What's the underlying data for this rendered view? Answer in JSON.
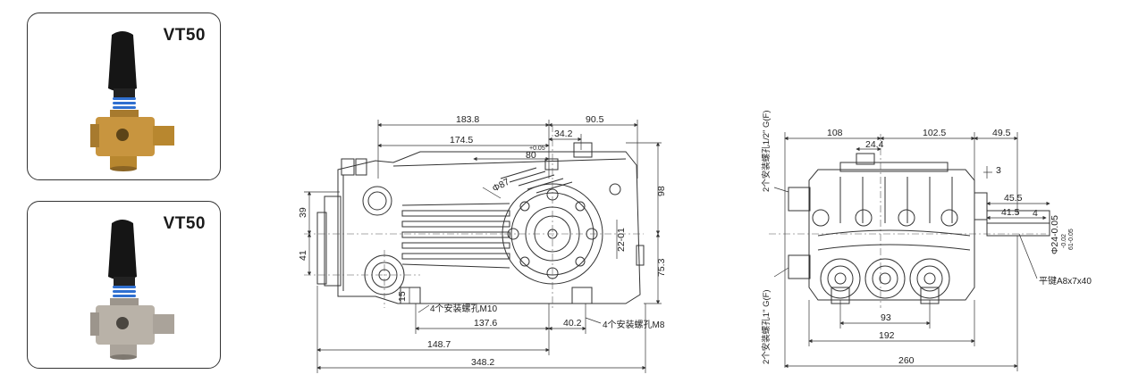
{
  "cards": [
    {
      "title": "VT50",
      "finish": "brass",
      "body_color": "#c8953f"
    },
    {
      "title": "VT50",
      "finish": "nickel",
      "body_color": "#b9b2a8"
    }
  ],
  "side_view": {
    "dims": {
      "d183": "183.8",
      "d90": "90.5",
      "d174": "174.5",
      "d34": "34.2",
      "d80": "80",
      "d80tol": "+0.05",
      "d98": "98",
      "d39": "39",
      "d41": "41",
      "d15": "15",
      "d22": "22-01",
      "d75": "75.3",
      "d137": "137.6",
      "d40": "40.2",
      "d148": "148.7",
      "d348": "348.2",
      "dphi87": "Φ87"
    },
    "notes": {
      "m10": "4个安装螺孔M10",
      "m8": "4个安装螺孔M8"
    }
  },
  "front_view": {
    "dims": {
      "d108": "108",
      "d102": "102.5",
      "d49": "49.5",
      "d24": "24.4",
      "d3": "3",
      "d45": "45.5",
      "d41": "41.5",
      "d4": "4",
      "d93": "93",
      "d192": "192",
      "d260": "260",
      "shaft": "Φ24-0.05",
      "tol_a": "-0.02",
      "tol_b": "61-0.05"
    },
    "notes": {
      "inlet": "2个安装螺孔1/2\" G(F)",
      "outlet": "2个安装螺孔1\" G(F)",
      "key": "平键A8x7x40"
    }
  },
  "colors": {
    "line": "#333333",
    "accent_blue": "#2f6fd0"
  }
}
